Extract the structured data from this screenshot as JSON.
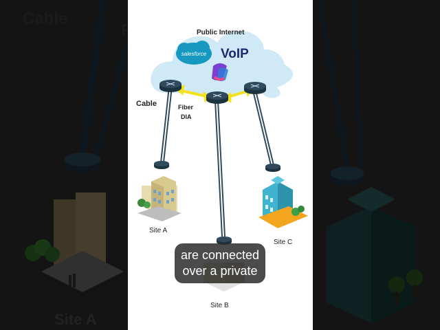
{
  "background": {
    "left_label_cable": "Cable",
    "left_label_cut": "F",
    "left_label_site": "Site A"
  },
  "diagram": {
    "cloud_label": "Public Internet",
    "cable_label": "Cable",
    "fiber_label": "Fiber",
    "dia_label": "DIA",
    "site_a": "Site A",
    "site_b": "Site B",
    "site_c": "Site C"
  },
  "logos": {
    "salesforce": "salesforce",
    "voip": "VoIP"
  },
  "caption": {
    "line1": "are connected",
    "line2": "over a private"
  },
  "colors": {
    "cloud": "#cfe9f7",
    "router": "#2f4a5c",
    "arrow": "#f5e11a",
    "salesforce": "#1798c1",
    "voip": "#1a2a6c"
  }
}
